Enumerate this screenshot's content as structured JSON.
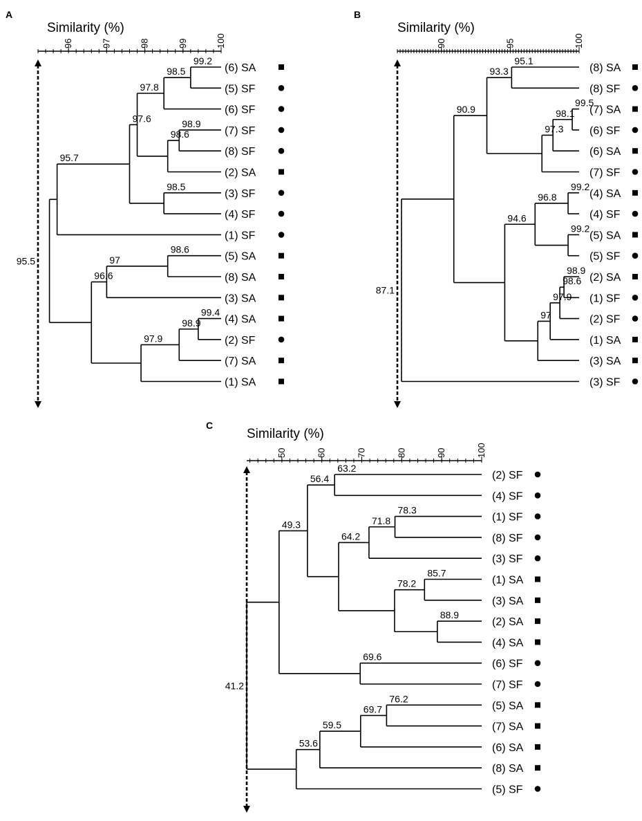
{
  "axis_title": "Similarity (%)",
  "panels": [
    {
      "label": "A",
      "ticks": [
        "96",
        "97",
        "98",
        "99",
        "100"
      ],
      "root_label": "95.5",
      "nodes": [
        {
          "id": "a1",
          "sim": 99.2,
          "label": "99.2",
          "children": [
            "L0",
            "L1"
          ]
        },
        {
          "id": "a2",
          "sim": 98.5,
          "label": "98.5",
          "children": [
            "a1",
            "L2"
          ]
        },
        {
          "id": "a3",
          "sim": 98.9,
          "label": "98.9",
          "children": [
            "L3",
            "L4"
          ]
        },
        {
          "id": "a4",
          "sim": 98.6,
          "label": "98.6",
          "children": [
            "a3",
            "L5"
          ]
        },
        {
          "id": "a5",
          "sim": 97.8,
          "label": "97.8",
          "children": [
            "a2",
            "a4"
          ]
        },
        {
          "id": "a6",
          "sim": 98.5,
          "label": "98.5",
          "children": [
            "L6",
            "L7"
          ]
        },
        {
          "id": "a7",
          "sim": 97.6,
          "label": "97.6",
          "children": [
            "a5",
            "a6"
          ]
        },
        {
          "id": "a8",
          "sim": 95.7,
          "label": "95.7",
          "children": [
            "a7",
            "L8"
          ]
        },
        {
          "id": "a9",
          "sim": 98.6,
          "label": "98.6",
          "children": [
            "L9",
            "L10"
          ]
        },
        {
          "id": "a10",
          "sim": 97.0,
          "label": "97",
          "children": [
            "a9",
            "L11"
          ]
        },
        {
          "id": "a11",
          "sim": 99.4,
          "label": "99.4",
          "children": [
            "L12",
            "L13"
          ]
        },
        {
          "id": "a12",
          "sim": 98.9,
          "label": "98.9",
          "children": [
            "a11",
            "L14"
          ]
        },
        {
          "id": "a13",
          "sim": 97.9,
          "label": "97.9",
          "children": [
            "a12",
            "L15"
          ]
        },
        {
          "id": "a14",
          "sim": 96.6,
          "label": "96.6",
          "children": [
            "a10",
            "a13"
          ]
        },
        {
          "id": "a15",
          "sim": 95.5,
          "label": "",
          "children": [
            "a8",
            "a14"
          ]
        }
      ],
      "leaves": [
        {
          "label": "(6) SA",
          "marker": "square"
        },
        {
          "label": "(5) SF",
          "marker": "circle"
        },
        {
          "label": "(6) SF",
          "marker": "circle"
        },
        {
          "label": "(7) SF",
          "marker": "circle"
        },
        {
          "label": "(8) SF",
          "marker": "circle"
        },
        {
          "label": "(2) SA",
          "marker": "square"
        },
        {
          "label": "(3) SF",
          "marker": "circle"
        },
        {
          "label": "(4) SF",
          "marker": "circle"
        },
        {
          "label": "(1) SF",
          "marker": "circle"
        },
        {
          "label": "(5) SA",
          "marker": "square"
        },
        {
          "label": "(8) SA",
          "marker": "square"
        },
        {
          "label": "(3) SA",
          "marker": "square"
        },
        {
          "label": "(4) SA",
          "marker": "square"
        },
        {
          "label": "(2) SF",
          "marker": "circle"
        },
        {
          "label": "(7) SA",
          "marker": "square"
        },
        {
          "label": "(1) SA",
          "marker": "square"
        }
      ]
    },
    {
      "label": "B",
      "ticks": [
        "90",
        "95",
        "100"
      ],
      "root_label": "87.1",
      "nodes": [
        {
          "id": "b1",
          "sim": 95.1,
          "label": "95.1",
          "children": [
            "L0",
            "L1"
          ]
        },
        {
          "id": "b2",
          "sim": 99.5,
          "label": "99.5",
          "children": [
            "L2",
            "L3"
          ]
        },
        {
          "id": "b3",
          "sim": 98.1,
          "label": "98.1",
          "children": [
            "b2",
            "L4"
          ]
        },
        {
          "id": "b4",
          "sim": 97.3,
          "label": "97.3",
          "children": [
            "b3",
            "L5"
          ]
        },
        {
          "id": "b5",
          "sim": 93.3,
          "label": "93.3",
          "children": [
            "b1",
            "b4"
          ]
        },
        {
          "id": "b6",
          "sim": 99.2,
          "label": "99.2",
          "children": [
            "L6",
            "L7"
          ]
        },
        {
          "id": "b7",
          "sim": 99.2,
          "label": "99.2",
          "children": [
            "L8",
            "L9"
          ]
        },
        {
          "id": "b8",
          "sim": 96.8,
          "label": "96.8",
          "children": [
            "b6",
            "b7"
          ]
        },
        {
          "id": "b9",
          "sim": 98.9,
          "label": "98.9",
          "children": [
            "L10",
            "L11"
          ]
        },
        {
          "id": "b10",
          "sim": 98.6,
          "label": "98.6",
          "children": [
            "b9",
            "L12"
          ]
        },
        {
          "id": "b11",
          "sim": 97.9,
          "label": "97.9",
          "children": [
            "b10",
            "L13"
          ]
        },
        {
          "id": "b12",
          "sim": 97.0,
          "label": "97",
          "children": [
            "b11",
            "L14"
          ]
        },
        {
          "id": "b13",
          "sim": 94.6,
          "label": "94.6",
          "children": [
            "b8",
            "b12"
          ]
        },
        {
          "id": "b14",
          "sim": 90.9,
          "label": "90.9",
          "children": [
            "b5",
            "b13"
          ]
        },
        {
          "id": "b15",
          "sim": 87.1,
          "label": "",
          "children": [
            "b14",
            "L15"
          ]
        }
      ],
      "leaves": [
        {
          "label": "(8) SA",
          "marker": "square"
        },
        {
          "label": "(8) SF",
          "marker": "circle"
        },
        {
          "label": "(7) SA",
          "marker": "square"
        },
        {
          "label": "(6) SF",
          "marker": "circle"
        },
        {
          "label": "(6) SA",
          "marker": "square"
        },
        {
          "label": "(7) SF",
          "marker": "circle"
        },
        {
          "label": "(4) SA",
          "marker": "square"
        },
        {
          "label": "(4) SF",
          "marker": "circle"
        },
        {
          "label": "(5) SA",
          "marker": "square"
        },
        {
          "label": "(5) SF",
          "marker": "circle"
        },
        {
          "label": "(2) SA",
          "marker": "square"
        },
        {
          "label": "(1) SF",
          "marker": "circle"
        },
        {
          "label": "(2) SF",
          "marker": "circle"
        },
        {
          "label": "(1) SA",
          "marker": "square"
        },
        {
          "label": "(3) SA",
          "marker": "square"
        },
        {
          "label": "(3) SF",
          "marker": "circle"
        }
      ]
    },
    {
      "label": "C",
      "ticks": [
        "50",
        "60",
        "70",
        "80",
        "90",
        "100"
      ],
      "root_label": "41.2",
      "nodes": [
        {
          "id": "c1",
          "sim": 63.2,
          "label": "63.2",
          "children": [
            "L0",
            "L1"
          ]
        },
        {
          "id": "c2",
          "sim": 78.3,
          "label": "78.3",
          "children": [
            "L2",
            "L3"
          ]
        },
        {
          "id": "c3",
          "sim": 71.8,
          "label": "71.8",
          "children": [
            "c2",
            "L4"
          ]
        },
        {
          "id": "c4",
          "sim": 85.7,
          "label": "85.7",
          "children": [
            "L5",
            "L6"
          ]
        },
        {
          "id": "c5",
          "sim": 88.9,
          "label": "88.9",
          "children": [
            "L7",
            "L8"
          ]
        },
        {
          "id": "c6",
          "sim": 78.2,
          "label": "78.2",
          "children": [
            "c4",
            "c5"
          ]
        },
        {
          "id": "c7",
          "sim": 64.2,
          "label": "64.2",
          "children": [
            "c3",
            "c6"
          ]
        },
        {
          "id": "c8",
          "sim": 56.4,
          "label": "56.4",
          "children": [
            "c1",
            "c7"
          ]
        },
        {
          "id": "c9",
          "sim": 69.6,
          "label": "69.6",
          "children": [
            "L9",
            "L10"
          ]
        },
        {
          "id": "c10",
          "sim": 49.3,
          "label": "49.3",
          "children": [
            "c8",
            "c9"
          ]
        },
        {
          "id": "c11",
          "sim": 76.2,
          "label": "76.2",
          "children": [
            "L11",
            "L12"
          ]
        },
        {
          "id": "c12",
          "sim": 69.7,
          "label": "69.7",
          "children": [
            "c11",
            "L13"
          ]
        },
        {
          "id": "c13",
          "sim": 59.5,
          "label": "59.5",
          "children": [
            "c12",
            "L14"
          ]
        },
        {
          "id": "c14",
          "sim": 53.6,
          "label": "53.6",
          "children": [
            "c13",
            "L15"
          ]
        },
        {
          "id": "c15",
          "sim": 41.2,
          "label": "",
          "children": [
            "c10",
            "c14"
          ]
        }
      ],
      "leaves": [
        {
          "label": "(2) SF",
          "marker": "circle"
        },
        {
          "label": "(4) SF",
          "marker": "circle"
        },
        {
          "label": "(1) SF",
          "marker": "circle"
        },
        {
          "label": "(8) SF",
          "marker": "circle"
        },
        {
          "label": "(3) SF",
          "marker": "circle"
        },
        {
          "label": "(1) SA",
          "marker": "square"
        },
        {
          "label": "(3) SA",
          "marker": "square"
        },
        {
          "label": "(2) SA",
          "marker": "square"
        },
        {
          "label": "(4) SA",
          "marker": "square"
        },
        {
          "label": "(6) SF",
          "marker": "circle"
        },
        {
          "label": "(7) SF",
          "marker": "circle"
        },
        {
          "label": "(5) SA",
          "marker": "square"
        },
        {
          "label": "(7) SA",
          "marker": "square"
        },
        {
          "label": "(6) SA",
          "marker": "square"
        },
        {
          "label": "(8) SA",
          "marker": "square"
        },
        {
          "label": "(5) SF",
          "marker": "circle"
        }
      ]
    }
  ]
}
